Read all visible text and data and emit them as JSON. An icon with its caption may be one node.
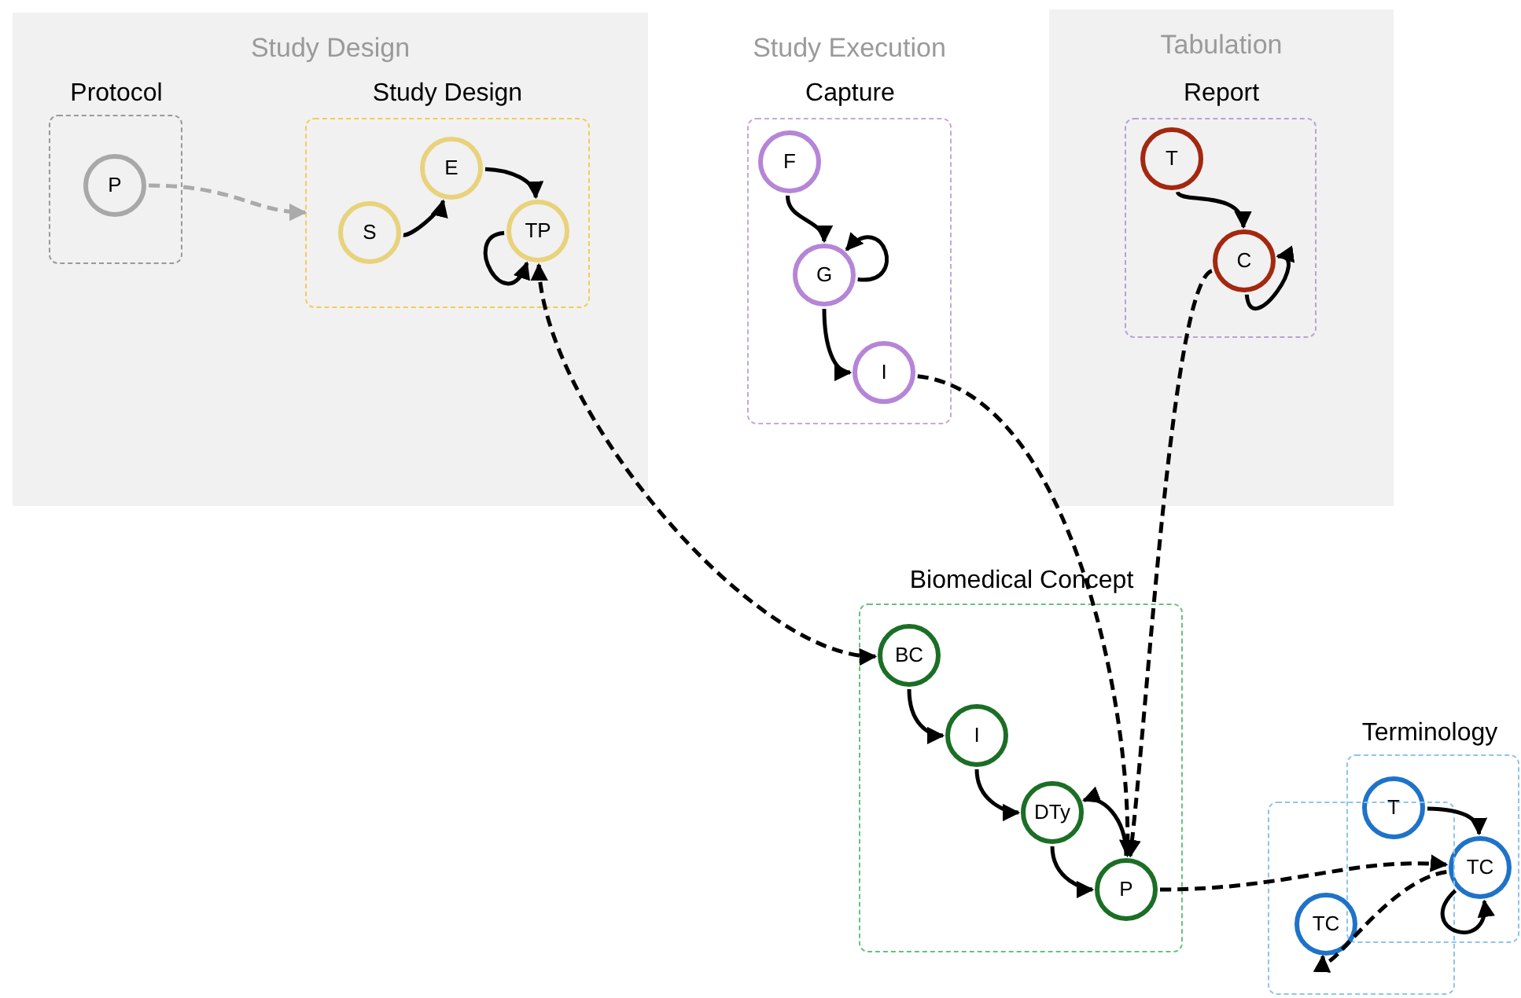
{
  "diagram": {
    "nodes": [
      {
        "text": [
          "Study Design"
        ]
      },
      {
        "text": [
          "Protocol"
        ],
        "in": 0
      },
      {
        "text": [
          "P"
        ],
        "in": 1
      },
      {
        "text": [
          "Study Design"
        ],
        "in": 0
      },
      {
        "text": [
          "S"
        ],
        "in": 3
      },
      {
        "text": [
          "E"
        ],
        "in": 3
      },
      {
        "text": [
          "TP"
        ],
        "in": 3
      },
      {
        "text": [
          "Capture"
        ]
      },
      {
        "text": [
          "F"
        ],
        "in": 7
      },
      {
        "text": [
          "G"
        ],
        "in": 7
      },
      {
        "text": [
          "I"
        ],
        "in": 7
      },
      {
        "text": [
          "Tabulation"
        ]
      },
      {
        "text": [
          "Report"
        ],
        "in": 11
      },
      {
        "text": [
          "T"
        ],
        "in": 12
      },
      {
        "text": [
          "C"
        ],
        "in": 12
      },
      {
        "text": [
          "Biomedical Concept"
        ]
      },
      {
        "text": [
          "BC"
        ],
        "in": 15
      },
      {
        "text": [
          "I"
        ],
        "in": 15
      },
      {
        "text": [
          "DTy"
        ],
        "in": 15
      },
      {
        "text": [
          "P"
        ],
        "in": 15
      },
      {
        "text": [
          "Terminology"
        ]
      },
      {
        "text": [
          "T"
        ],
        "in": 20
      },
      {
        "text": [
          "TC"
        ],
        "in": 20
      },
      {
        "text": [],
        "shape": "box"
      },
      {
        "text": [
          "TC"
        ],
        "in": 23
      }
    ],
    "edges": [
      {
        "from": 2,
        "to": 3,
        "arrow": "to",
        "style": "dashed",
        "color": "#aaaaaa"
      },
      {
        "from": 4,
        "to": 5,
        "arrow": "to"
      },
      {
        "from": 5,
        "to": 6,
        "arrow": "to"
      },
      {
        "from": 6,
        "to": 6,
        "arrow": "to"
      },
      {
        "from": 6,
        "to": 16,
        "arrow": "both",
        "style": "dashed"
      },
      {
        "from": 8,
        "to": 9,
        "arrow": "to"
      },
      {
        "from": 9,
        "to": 9,
        "arrow": "to"
      },
      {
        "from": 9,
        "to": 10,
        "arrow": "to"
      },
      {
        "from": 10,
        "to": 19,
        "arrow": "to",
        "style": "dashed"
      },
      {
        "from": 14,
        "to": 19,
        "arrow": "to",
        "style": "dashed"
      },
      {
        "from": 13,
        "to": 14,
        "arrow": "to"
      },
      {
        "from": 14,
        "to": 14,
        "arrow": "to"
      },
      {
        "from": 16,
        "to": 17,
        "arrow": "to"
      },
      {
        "from": 17,
        "to": 18,
        "arrow": "to"
      },
      {
        "from": 18,
        "to": 19,
        "arrow": "to"
      },
      {
        "from": 19,
        "to": 18,
        "arrow": "to"
      },
      {
        "from": 19,
        "to": 22,
        "arrow": "to",
        "style": "dashed"
      },
      {
        "from": 21,
        "to": 22,
        "arrow": "to"
      },
      {
        "from": 22,
        "to": 22,
        "arrow": "to"
      },
      {
        "from": 22,
        "to": 24,
        "arrow": "to",
        "style": "dashed"
      }
    ],
    "labels": [
      "Study Execution"
    ]
  }
}
